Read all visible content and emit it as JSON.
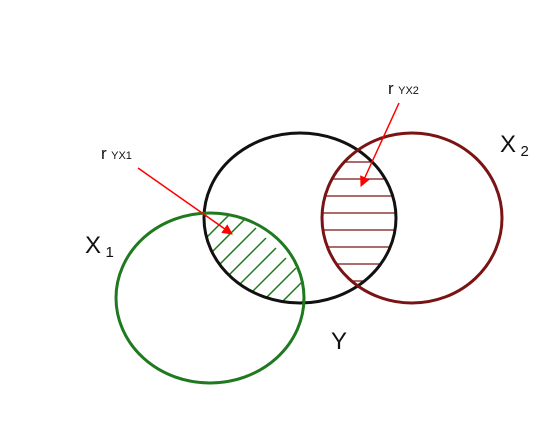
{
  "diagram": {
    "labels": {
      "x1": {
        "main": "X",
        "sub": "1"
      },
      "x2": {
        "main": "X",
        "sub": "2"
      },
      "y": {
        "main": "Y"
      },
      "r_yx1": {
        "main": "r",
        "sub": "YX1"
      },
      "r_yx2": {
        "main": "r",
        "sub": "YX2"
      }
    },
    "colors": {
      "y_circle": "#111111",
      "x1_circle": "#1f7a1f",
      "x2_circle": "#7a1414",
      "x1_hatch": "#1f7a1f",
      "x2_hatch": "#7a1414",
      "arrow": "#ff0000"
    }
  }
}
